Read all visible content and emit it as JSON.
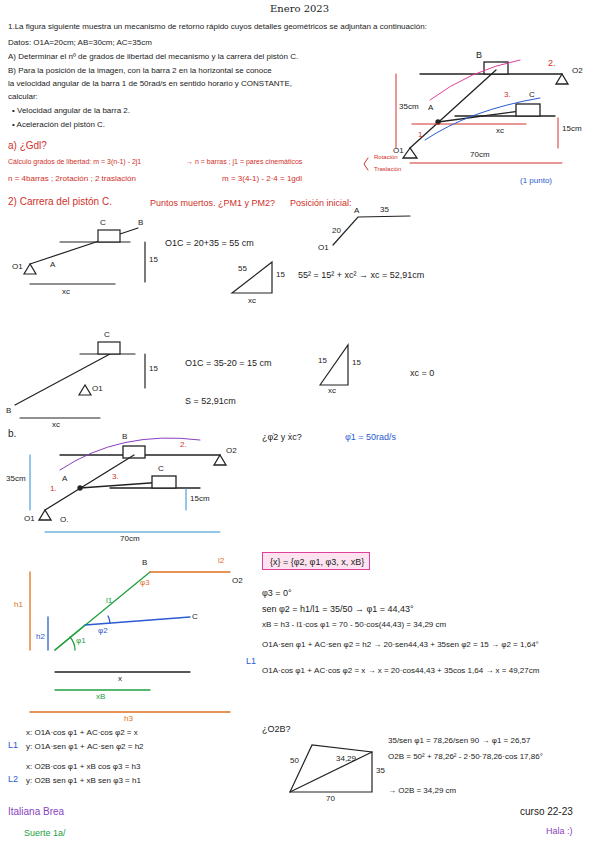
{
  "diagram": {
    "title": "Enero 2023",
    "nodes": [
      {
        "text": [
          "{x} = {φ2, φ1, φ3, x, xB}"
        ]
      }
    ],
    "labels": [
      "1.La figura siguiente muestra un mecanismo de retorno rápido cuyos detalles geométricos se adjuntan a continuación:",
      "Datos: O1A=20cm; AB=30cm; AC=35cm",
      "A) Determinar el nº de grados de libertad del mecanismo y la carrera del pistón C.",
      "B) Para la posición de la imagen, con la barra 2 en la horizontal se conoce",
      "la velocidad angular de la barra 1 de 50rad/s en sentido horario y CONSTANTE,",
      "calcular:",
      "• Velocidad angular de la barra 2.",
      "• Aceleración del pistón C.",
      "B",
      "2.",
      "O2",
      "35cm",
      "A",
      "3.",
      "C",
      "1.",
      "O1",
      "xc",
      "15cm",
      "70cm",
      "(1 punto)",
      "a) ¿Gdl?",
      "Cálculo grados de libertad: m = 3(n-1) - 2j1",
      "→ n = barras ; j1 = pares cinemáticos",
      "Rotación",
      "Traslación",
      "n = 4barras ; 2rotación ; 2 traslación",
      "m = 3(4-1) - 2·4 = 1gdl",
      "2) Carrera del pistón C.",
      "Puntos muertos. ¿PM1 y PM2?",
      "Posición inicial:",
      "20",
      "35",
      "A",
      "O1",
      "B",
      "C",
      "A",
      "O1",
      "15",
      "xc",
      "O1C = 20+35 = 55 cm",
      "55",
      "15",
      "xc",
      "55² = 15² + xc² → xc = 52,91cm",
      "C",
      "15",
      "O1",
      "B",
      "xc",
      "O1C = 35-20 = 15 cm",
      "S = 52,91cm",
      "15",
      "xc",
      "15",
      "xc = 0",
      "b.",
      "B",
      "2.",
      "O2",
      "35cm",
      "A",
      "3.",
      "C",
      "1.",
      "O1",
      "O.",
      "70cm",
      "15cm",
      "¿φ̇2 y ẋc?",
      "φ̇1 = 50rad/s",
      "l2",
      "O2",
      "B",
      "l1",
      "C",
      "h1",
      "h2",
      "φ1",
      "φ2",
      "φ3",
      "x",
      "xB",
      "h3",
      "φ3 = 0°",
      "sen φ2 = h1/l1 = 35/50 → φ1 = 44,43°",
      "xB = h3 - l1·cos φ1 = 70 - 50·cos(44,43) = 34,29 cm",
      "L1",
      "O1A·sen φ1 + AC·sen φ2 = h2 → 20·sen44,43 + 35sen φ2 = 15 → φ2 = 1,64°",
      "O1A·cos φ1 + AC·cos φ2 = x → x = 20·cos44,43 + 35cos 1,64 → x = 49,27cm",
      "L1",
      "x: O1A·cos φ1 + AC·cos φ2 = x",
      "y: O1A·sen φ1 + AC·sen φ2 = h2",
      "L2",
      "x: O2B·cos φ1 + xB cos φ3 = h3",
      "y: O2B sen φ1 + xB sen φ3 = h1",
      "¿O2B?",
      "50",
      "34,29",
      "35",
      "70",
      "35/sen φ1 = 78,26/sen 90 → φ1 = 26,57",
      "O2B = 50² + 78,26² - 2·50·78,26·cos 17,86°",
      "→ O2B = 34,29 cm",
      "Italiana Brea",
      "curso 22-23",
      "Suerte 1a/",
      "Hala :)"
    ]
  }
}
